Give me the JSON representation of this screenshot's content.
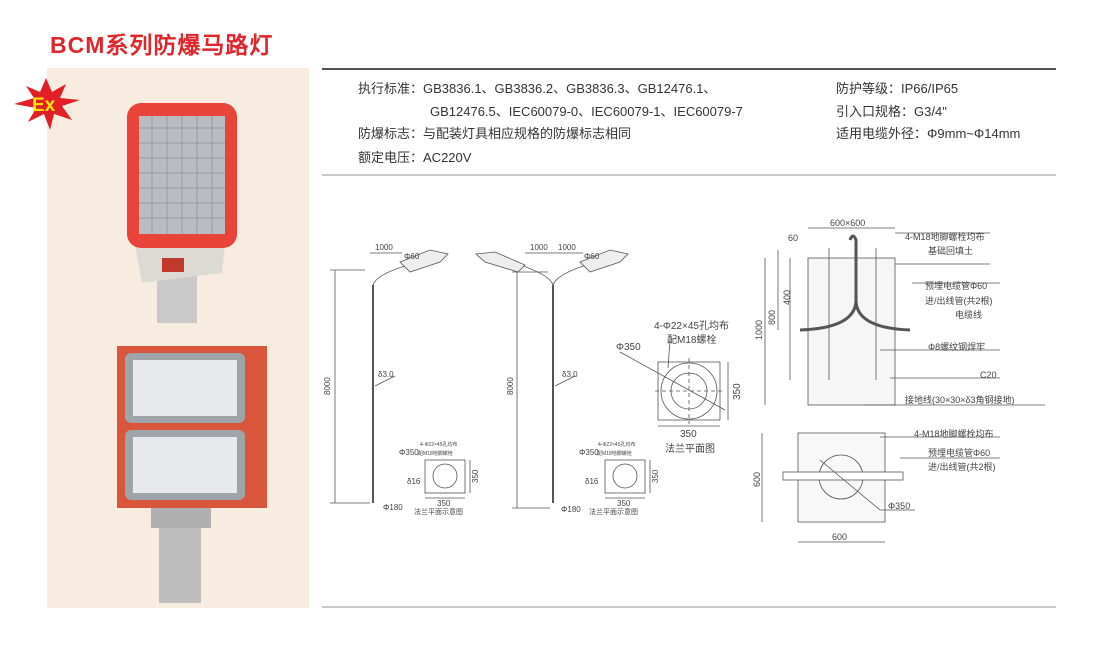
{
  "title": "BCM系列防爆马路灯",
  "badge": "Ex",
  "specs": {
    "standard_label": "执行标准：",
    "standard_line1": "GB3836.1、GB3836.2、GB3836.3、GB12476.1、",
    "standard_line2": "GB12476.5、IEC60079-0、IEC60079-1、IEC60079-7",
    "ex_mark_label": "防爆标志：",
    "ex_mark_value": "与配装灯具相应规格的防爆标志相同",
    "voltage_label": "额定电压：",
    "voltage_value": "AC220V",
    "ip_label": "防护等级：",
    "ip_value": "IP66/IP65",
    "entry_label": "引入口规格：",
    "entry_value": "G3/4\"",
    "cable_label": "适用电缆外径：",
    "cable_value": "Φ9mm~Φ14mm"
  },
  "single_pole": {
    "arm": "1000",
    "dia_top": "Φ60",
    "height": "8000",
    "wall": "δ3.0",
    "dia_base": "Φ180",
    "flange_holes": "4-Φ22×45孔均布",
    "flange_dia": "Φ350",
    "flange_bolt": "配M18地脚螺栓",
    "flange_thk": "δ16",
    "flange_w": "350",
    "flange_h": "350",
    "flange_caption": "法兰平面示意图"
  },
  "double_pole": {
    "arm_left": "1000",
    "arm_right": "1000",
    "dia_top": "Φ60",
    "height": "8000",
    "wall": "δ3.0",
    "dia_base": "Φ180",
    "flange_holes": "4-Φ22×45孔均布",
    "flange_dia": "Φ350",
    "flange_bolt": "配M18地脚螺栓",
    "flange_thk": "δ16",
    "flange_w": "350",
    "flange_h": "350",
    "flange_caption": "法兰平面示意图"
  },
  "flange_plan": {
    "holes": "4-Φ22×45孔均布",
    "bolt": "配M18螺栓",
    "dia": "Φ350",
    "h": "350",
    "w": "350",
    "caption": "法兰平面图"
  },
  "foundation_section": {
    "size": "600×600",
    "top": "60",
    "d400": "400",
    "d800": "800",
    "d1000": "1000",
    "bolts": "4-M18地脚螺栓均布",
    "backfill": "基础回填土",
    "conduit": "预埋电缆管Φ60",
    "conduit2": "进/出线管(共2根)",
    "cable": "电缆线",
    "rebar": "Φ8螺纹钢焊牢",
    "concrete": "C20",
    "ground": "接地线(30×30×δ3角钢接地)"
  },
  "foundation_plan": {
    "bolts": "4-M18地脚螺栓均布",
    "conduit": "预埋电缆管Φ60",
    "conduit2": "进/出线管(共2根)",
    "dia": "Φ350",
    "h": "600",
    "w": "600"
  },
  "colors": {
    "title": "#e0262a",
    "photo_bg": "#f7ecdf",
    "lamp_red": "#e8443a"
  }
}
